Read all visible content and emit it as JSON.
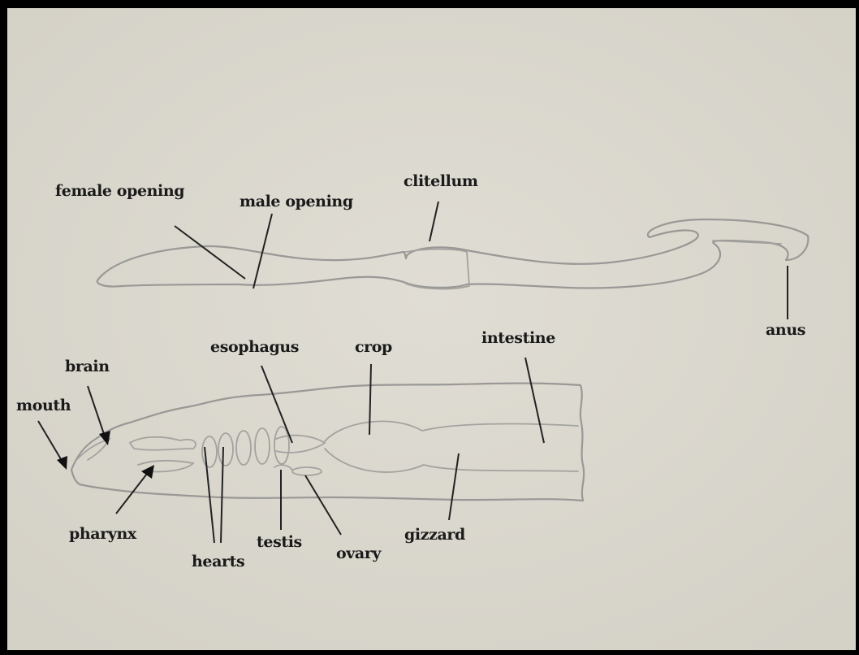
{
  "colors": {
    "background": "#000000",
    "paper": "#dcd9d0",
    "sketch": "#9a9896",
    "text": "#1a1a1a"
  },
  "labels": {
    "female_opening": "female opening",
    "male_opening": "male opening",
    "clitellum": "clitellum",
    "anus": "anus",
    "brain": "brain",
    "mouth": "mouth",
    "esophagus": "esophagus",
    "crop": "crop",
    "intestine": "intestine",
    "pharynx": "pharynx",
    "hearts": "hearts",
    "testis": "testis",
    "ovary": "ovary",
    "gizzard": "gizzard"
  }
}
